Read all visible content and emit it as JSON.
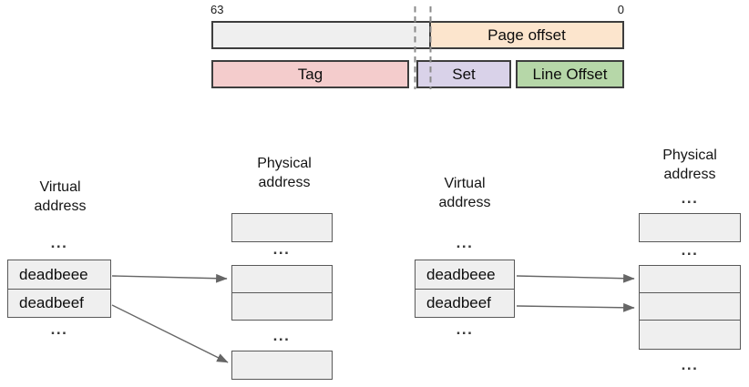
{
  "ellipsis": "...",
  "bit_field": {
    "bit_left": "63",
    "bit_right": "0",
    "page_offset": "Page offset",
    "tag": "Tag",
    "set": "Set",
    "line_offset": "Line Offset"
  },
  "colors": {
    "unused_gray": "#efefef",
    "page_offset_orange": "#fce5cd",
    "tag_pink": "#f4cccc",
    "set_purple": "#d9d2e9",
    "line_offset_green": "#b6d7a8",
    "highlight_blue": "#cfe2f3",
    "highlight_pink": "#ead1dc",
    "cell_border": "#3d3d3d",
    "box_border": "#595959",
    "arrow_gray": "#666666",
    "dashed_line_gray": "#8a8a8a"
  },
  "left_diagram": {
    "virtual_title": "Virtual address",
    "physical_title": "Physical address",
    "virtual_entries": [
      "deadbeee",
      "deadbeef"
    ]
  },
  "right_diagram": {
    "virtual_title": "Virtual address",
    "physical_title": "Physical address",
    "virtual_entries": [
      "deadbeee",
      "deadbeef"
    ]
  }
}
